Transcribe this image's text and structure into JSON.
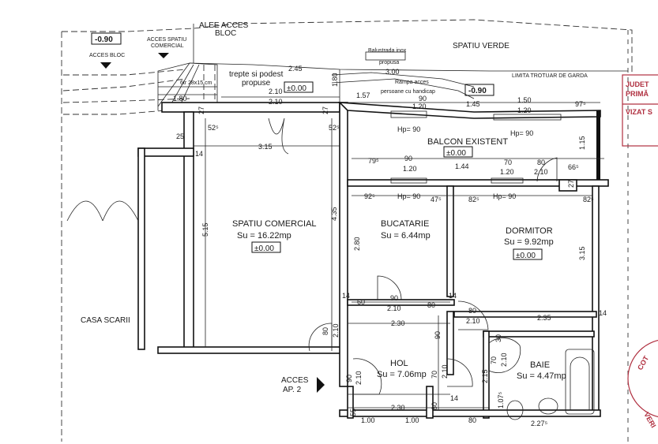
{
  "outside": {
    "level_left": "-0.90",
    "acces_bloc": "ACCES BLOC",
    "acces_spatiu_1": "ACCES SPATIU",
    "acces_spatiu_2": "COMERCIAL",
    "alee_1": "ALEE ACCES",
    "alee_2": "BLOC",
    "spatiu_verde": "SPATIU VERDE",
    "balustrada_1": "Balustrada inox",
    "balustrada_2": "propusa",
    "trepte_1": "trepte si podest",
    "trepte_2": "propuse",
    "rampa_1": "Rampa acces",
    "rampa_2": "persoane cu handicap",
    "limita": "LIMITA TROTUAR  DE GARDA",
    "level_right": "-0.90",
    "level_entry": "±0.00",
    "stair_note": "6tr 28x15 cm",
    "casa_scarii": "CASA SCARII",
    "acces_ap_1": "ACCES",
    "acces_ap_2": "AP. 2"
  },
  "rooms": [
    {
      "name": "SPATIU COMERCIAL",
      "area": "Su = 16.22mp",
      "level": "±0.00"
    },
    {
      "name": "BUCATARIE",
      "area": "Su = 6.44mp"
    },
    {
      "name": "DORMITOR",
      "area": "Su = 9.92mp",
      "level": "±0.00"
    },
    {
      "name": "BALCON EXISTENT",
      "level": "±0.00"
    },
    {
      "name": "HOL",
      "area": "Su = 7.06mp"
    },
    {
      "name": "BAIE",
      "area": "Su = 4.47mp"
    }
  ],
  "dims": [
    "2.45",
    "2.10",
    "2.10",
    "1.80",
    "1.57",
    "3.00",
    "90",
    "1.20",
    "1.45",
    "1.50",
    "1.20",
    "97⁵",
    "Hp= 90",
    "Hp= 90",
    "79⁵",
    "90",
    "1.20",
    "1.44",
    "70",
    "1.20",
    "80",
    "2.10",
    "66⁵",
    "1.15",
    "27",
    "27",
    "52⁵",
    "52⁵",
    "3.15",
    "25",
    "14",
    "5.15",
    "4.35",
    "92⁵",
    "Hp= 90",
    "47⁵",
    "82⁵",
    "Hp= 90",
    "82⁵",
    "2.80",
    "3.15",
    "60",
    "90",
    "2.10",
    "80",
    "80",
    "2.10",
    "2.35",
    "2.30",
    "80",
    "2.10",
    "90",
    "70",
    "2.10",
    "30",
    "70",
    "2.10",
    "2.15",
    "90",
    "2.10",
    "55",
    "2.30",
    "80",
    "1.00",
    "1.00",
    "80",
    "1.07⁵",
    "2.27⁵",
    "14",
    "14",
    "14",
    "14",
    "1.80",
    "27"
  ],
  "stamp": {
    "line1": "JUDET",
    "line2": "PRIMĂ",
    "line3": "VIZAT S",
    "line4": "COT",
    "line5": "VERI"
  }
}
